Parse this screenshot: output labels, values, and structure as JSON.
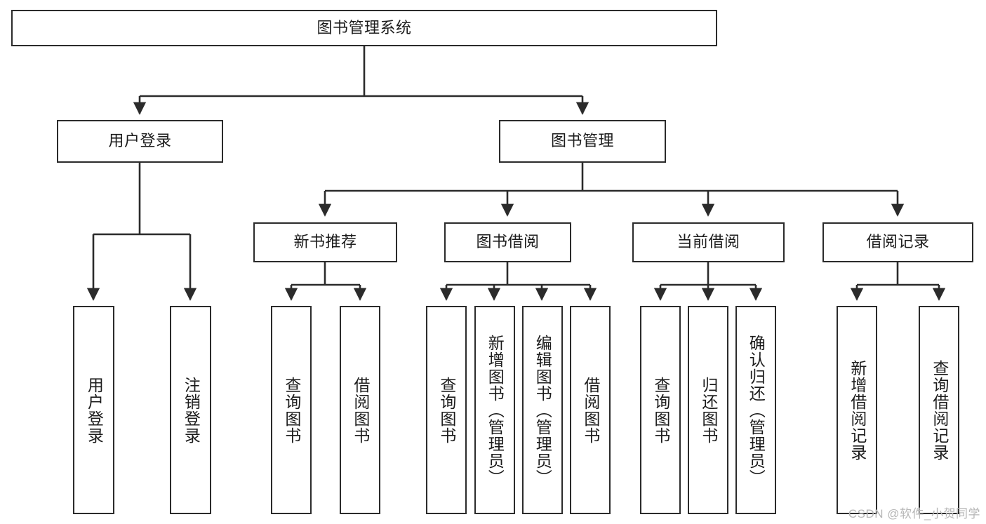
{
  "diagram": {
    "type": "hierarchy-tree",
    "title": "图书管理系统",
    "root": {
      "id": "root",
      "label": "图书管理系统",
      "orientation": "horizontal"
    },
    "level2": [
      {
        "id": "user-login",
        "label": "用户登录",
        "orientation": "horizontal"
      },
      {
        "id": "book-management",
        "label": "图书管理",
        "orientation": "horizontal"
      }
    ],
    "level3": [
      {
        "id": "new-book-recommend",
        "label": "新书推荐",
        "orientation": "horizontal",
        "parent": "book-management"
      },
      {
        "id": "book-borrow",
        "label": "图书借阅",
        "orientation": "horizontal",
        "parent": "book-management"
      },
      {
        "id": "current-borrow",
        "label": "当前借阅",
        "orientation": "horizontal",
        "parent": "book-management"
      },
      {
        "id": "borrow-record",
        "label": "借阅记录",
        "orientation": "horizontal",
        "parent": "book-management"
      }
    ],
    "leaves": [
      {
        "id": "leaf-user-login",
        "label": "用户登录",
        "parent": "user-login"
      },
      {
        "id": "leaf-logout",
        "label": "注销登录",
        "parent": "user-login"
      },
      {
        "id": "leaf-query-book-1",
        "label": "查询图书",
        "parent": "new-book-recommend"
      },
      {
        "id": "leaf-borrow-book-1",
        "label": "借阅图书",
        "parent": "new-book-recommend"
      },
      {
        "id": "leaf-query-book-2",
        "label": "查询图书",
        "parent": "book-borrow"
      },
      {
        "id": "leaf-add-book",
        "label": "新增图书（管理员）",
        "parent": "book-borrow"
      },
      {
        "id": "leaf-edit-book",
        "label": "编辑图书（管理员）",
        "parent": "book-borrow"
      },
      {
        "id": "leaf-borrow-book-2",
        "label": "借阅图书",
        "parent": "book-borrow"
      },
      {
        "id": "leaf-query-book-3",
        "label": "查询图书",
        "parent": "current-borrow"
      },
      {
        "id": "leaf-return-book",
        "label": "归还图书",
        "parent": "current-borrow"
      },
      {
        "id": "leaf-confirm-return",
        "label": "确认归还（管理员）",
        "parent": "current-borrow"
      },
      {
        "id": "leaf-add-record",
        "label": "新增借阅记录",
        "parent": "borrow-record"
      },
      {
        "id": "leaf-query-record",
        "label": "查询借阅记录",
        "parent": "borrow-record"
      }
    ]
  },
  "watermark": {
    "text": "CSDN @软件_小贺同学"
  },
  "colors": {
    "border": "#2b2b2b",
    "background": "#ffffff",
    "text": "#1c1c1c",
    "watermark": "#b6b6b6"
  }
}
